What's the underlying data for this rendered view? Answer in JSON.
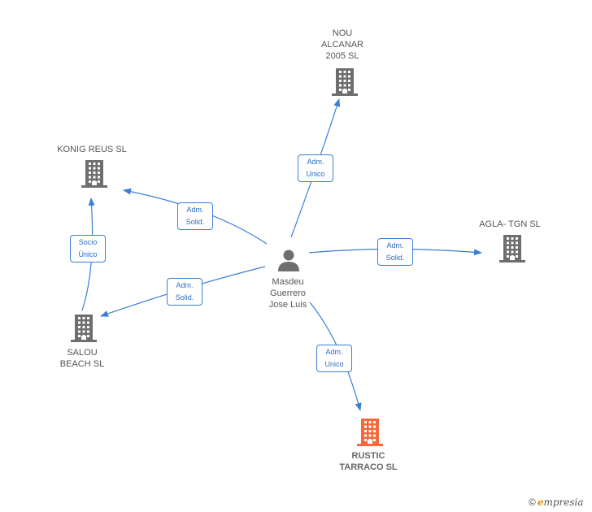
{
  "diagram": {
    "person": {
      "label": "Masdeu\nGuerrero\nJose Luis"
    },
    "companies": {
      "nou_alcanar": {
        "label": "NOU\nALCANAR\n2005 SL"
      },
      "konig_reus": {
        "label": "KONIG REUS SL"
      },
      "agla_tgn": {
        "label": "AGLA- TGN SL"
      },
      "salou_beach": {
        "label": "SALOU\nBEACH SL"
      },
      "rustic_tarraco": {
        "label": "RUSTIC\nTARRACO SL"
      }
    },
    "relations": {
      "to_nou_alcanar": "Adm.\nUnico",
      "to_konig_reus": "Adm.\nSolid.",
      "to_agla_tgn": "Adm.\nSolid.",
      "to_salou_beach": "Adm.\nSolid.",
      "to_rustic_tarraco": "Adm.\nUnico",
      "salou_to_konig": "Socio\nÚnico"
    },
    "colors": {
      "edge": "#3a7fd5",
      "building": "#6e6e6e",
      "building_focus": "#f26a3d",
      "person": "#6e6e6e"
    }
  },
  "footer": {
    "copyright_symbol": "©",
    "brand_initial": "e",
    "brand_rest": "mpresia"
  }
}
